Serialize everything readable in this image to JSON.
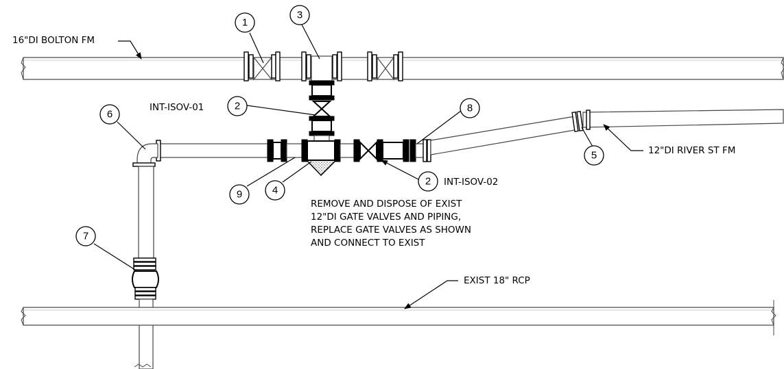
{
  "labels": {
    "bolton_fm": "16\"DI BOLTON FM",
    "river_st_fm": "12\"DI RIVER ST FM",
    "exist_rcp": "EXIST 18\" RCP",
    "isov_01": "INT-ISOV-01",
    "isov_02": "INT-ISOV-02"
  },
  "note_lines": [
    "REMOVE AND DISPOSE OF EXIST",
    "12\"DI GATE VALVES AND PIPING,",
    "REPLACE GATE VALVES AS SHOWN",
    "AND CONNECT TO EXIST"
  ],
  "callouts": {
    "c1": "1",
    "c2a": "2",
    "c2b": "2",
    "c3": "3",
    "c4": "4",
    "c5": "5",
    "c6": "6",
    "c7": "7",
    "c8": "8",
    "c9": "9"
  },
  "colors": {
    "line": "#000000",
    "pipe": "#444444",
    "background": "#ffffff"
  }
}
